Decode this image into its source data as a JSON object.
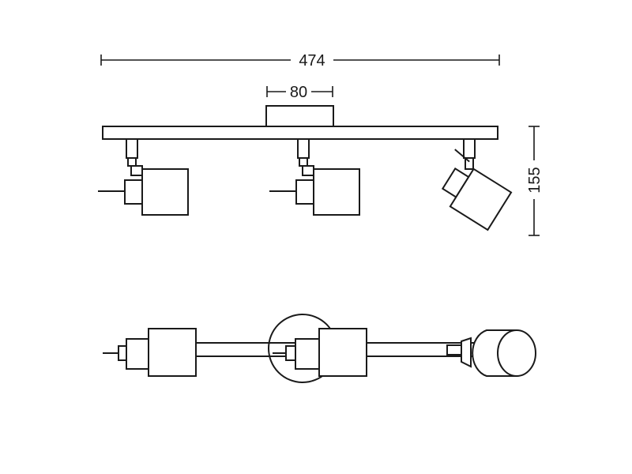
{
  "dimensions": {
    "total_width": "474",
    "canopy_width": "80",
    "height": "155"
  }
}
